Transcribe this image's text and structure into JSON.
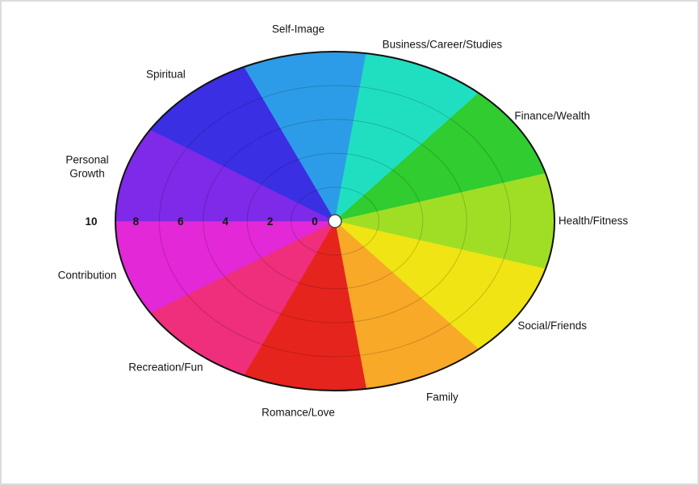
{
  "chart_data": {
    "type": "pie",
    "description": "Wheel of Life assessment wheel with equal colored segments and a 0-10 radial scale",
    "categories": [
      {
        "label": "Self-Image",
        "color": "#2D9CE8",
        "value": 10
      },
      {
        "label": "Business/Career/Studies",
        "color": "#20DFC0",
        "value": 10
      },
      {
        "label": "Finance/Wealth",
        "color": "#30CC30",
        "value": 10
      },
      {
        "label": "Health/Fitness",
        "color": "#A0DE25",
        "value": 10
      },
      {
        "label": "Social/Friends",
        "color": "#F0E414",
        "value": 10
      },
      {
        "label": "Family",
        "color": "#F8A928",
        "value": 10
      },
      {
        "label": "Romance/Love",
        "color": "#E6241E",
        "value": 10
      },
      {
        "label": "Recreation/Fun",
        "color": "#EF2F7B",
        "value": 10
      },
      {
        "label": "Contribution",
        "color": "#E228D7",
        "value": 10
      },
      {
        "label": "Personal Growth",
        "color": "#7E2AE8",
        "value": 10,
        "wrap": true
      },
      {
        "label": "Spiritual",
        "color": "#3B2FE4",
        "value": 10
      }
    ],
    "scale": {
      "min": 0,
      "max": 10,
      "tick_labels": [
        "10",
        "8",
        "6",
        "4",
        "2",
        "0"
      ],
      "tick_values": [
        10,
        8,
        6,
        4,
        2,
        0
      ],
      "gridline_values": [
        2,
        4,
        6,
        8
      ]
    },
    "colors": {
      "background": "#ffffff",
      "rim": "#111111",
      "gridline": "rgba(0,0,0,0.18)",
      "center_dot_fill": "#ffffff",
      "center_dot_stroke": "#444444",
      "label_text": "#151515"
    },
    "legend": "none",
    "grid": "on"
  }
}
